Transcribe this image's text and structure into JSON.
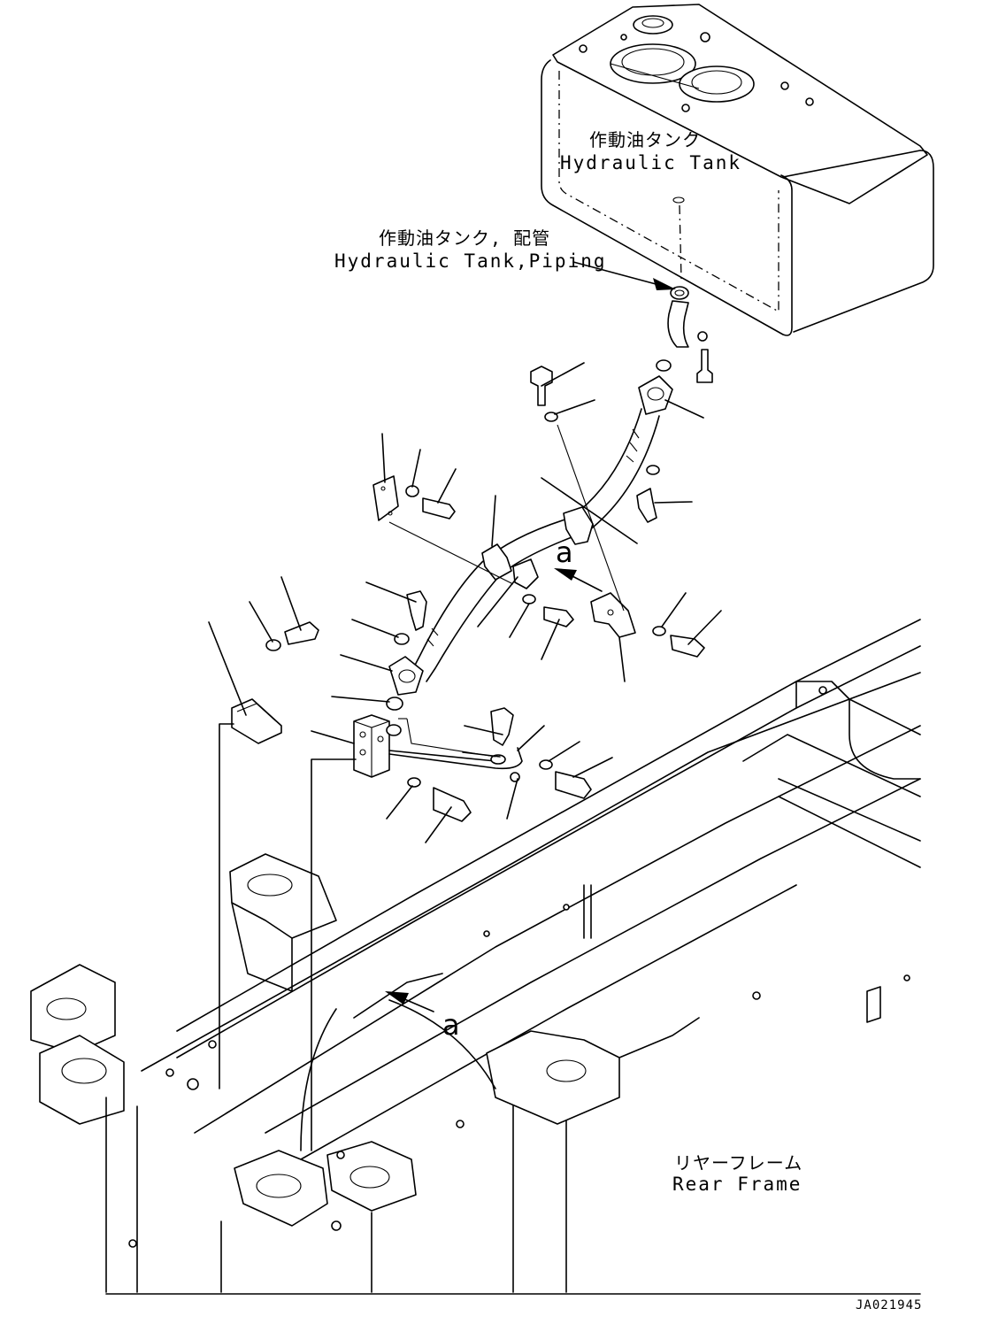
{
  "labels": {
    "tank_jp": "作動油タンク",
    "tank_en": "Hydraulic Tank",
    "piping_jp": "作動油タンク, 配管",
    "piping_en": "Hydraulic Tank,Piping",
    "frame_jp": "リヤーフレーム",
    "frame_en": "Rear Frame",
    "view_a_upper": "a",
    "view_a_lower": "a",
    "drawing_code": "JA021945"
  },
  "icons": {
    "arrow": "filled-triangle-arrow",
    "bolt": "hex-bolt",
    "washer": "flat-washer",
    "clamp": "pipe-clamp"
  },
  "colors": {
    "ink": "#000000",
    "paper": "#ffffff"
  }
}
